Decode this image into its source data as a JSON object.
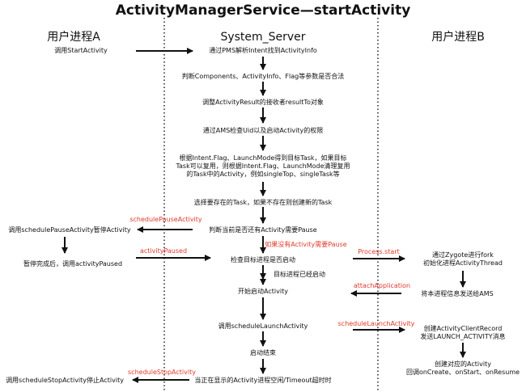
{
  "title": "ActivityManagerService—startActivity",
  "columns": {
    "left": "用户进程A",
    "middle": "System_Server",
    "right": "用户进程B"
  },
  "left": {
    "call_start": "调用StartActivity",
    "call_pause": "调用schedulePauseActivity暂停Activity",
    "pause_done": "暂停完成后，调用activityPaused",
    "call_stop": "调用scheduleStopActivity停止Activity"
  },
  "middle": {
    "s1": "通过PMS解析Intent找到ActivityInfo",
    "s2": "判断Components、ActivityInfo、Flag等参数是否合法",
    "s3": "调整ActivityResult的接收者resultTo对象",
    "s4": "通过AMS检查Uid以及启动Activity的权限",
    "s5": "根据Intent.Flag、LaunchMode得到目标Task，如果目标\nTask可以复用，则根据Intent.Flag、LaunchMode清理复用\n的Task中的Activity，例如singleTop、singleTask等",
    "s6": "选择要存在的Task，如果不存在则创建新的Task",
    "s7": "判断当前是否还有Activity需要Pause",
    "s8": "检查目标进程是否启动",
    "s9": "目标进程已经启动",
    "s10": "开始启动Activity",
    "s11": "调用scheduleLaunchActivity",
    "s12": "启动结束",
    "s13": "当正在显示的Activity进程空闲/Timeout超时时"
  },
  "right": {
    "r1": "通过Zygote进行fork\n初始化进程ActivityThread",
    "r2": "将本进程信息发送给AMS",
    "r3": "创建ActivityClientRecord\n发送LAUNCH_ACTIVITY消息",
    "r4": "创建对应的Activity\n回调onCreate、onStart、onResume"
  },
  "labels": {
    "schedule_pause": "schedulePauseActivity",
    "activity_paused": "activityPaused",
    "if_need_pause": "如果没有Activity需要Pause",
    "process_start": "Process.start",
    "attach_application": "attachApplication",
    "schedule_launch": "scheduleLaunchActivity",
    "schedule_stop": "scheduleStopActivity"
  },
  "colors": {
    "label_red": "#e03a2a",
    "line": "#111111"
  }
}
